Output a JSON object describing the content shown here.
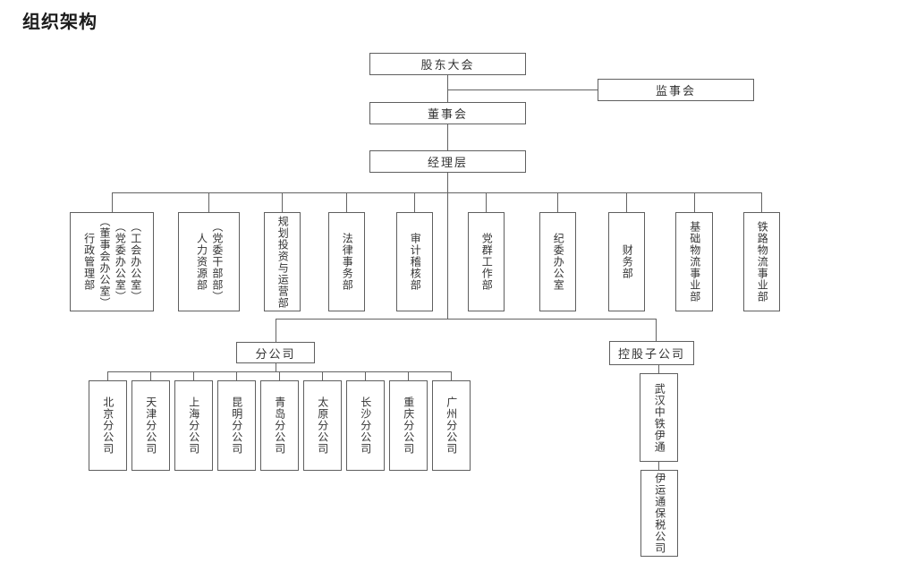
{
  "page_title": "组织架构",
  "org_chart": {
    "top": {
      "shareholders": "股东大会",
      "supervisory": "监事会",
      "board": "董事会",
      "management": "经理层"
    },
    "departments": [
      "行政管理部\n（董事会办公室）\n（党委办公室）\n（工会办公室）",
      "人力资源部\n（党委干部部）",
      "规划投资与运营部",
      "法律事务部",
      "审计稽核部",
      "党群工作部",
      "纪委办公室",
      "财务部",
      "基础物流事业部",
      "铁路物流事业部"
    ],
    "branch_group_label": "分公司",
    "branches": [
      "北京分公司",
      "天津分公司",
      "上海分公司",
      "昆明分公司",
      "青岛分公司",
      "太原分公司",
      "长沙分公司",
      "重庆分公司",
      "广州分公司"
    ],
    "subsidiary_group_label": "控股子公司",
    "subsidiaries": [
      "武汉中铁伊通",
      "伊运通保税公司"
    ]
  },
  "colors": {
    "line": "#636363",
    "border": "#5f5f5f",
    "text": "#333333",
    "background": "#ffffff"
  }
}
